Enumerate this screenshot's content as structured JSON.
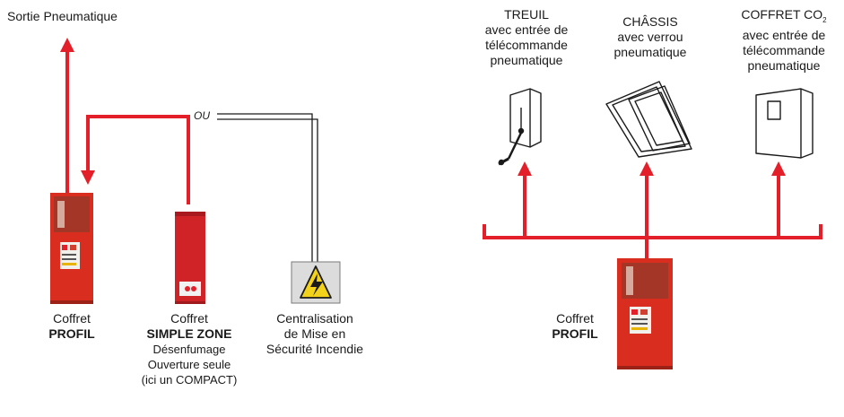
{
  "colors": {
    "accent": "#e3202a",
    "dark": "#1a1a1a",
    "warning": "#f2d21a"
  },
  "left": {
    "sortie_label": "Sortie Pneumatique",
    "ou_label": "OU",
    "profil": {
      "line1": "Coffret",
      "line2": "PROFIL"
    },
    "simple_zone": {
      "line1": "Coffret",
      "line2": "SIMPLE ZONE",
      "line3": "Désenfumage",
      "line4": "Ouverture seule",
      "line5": "(ici un COMPACT)"
    },
    "centralisation": {
      "line1": "Centralisation",
      "line2": "de Mise en",
      "line3": "Sécurité Incendie"
    }
  },
  "right": {
    "treuil": {
      "line1": "TREUIL",
      "line2": "avec entrée de",
      "line3": "télécommande",
      "line4": "pneumatique"
    },
    "chassis": {
      "line1": "CHÂSSIS",
      "line2": "avec verrou",
      "line3": "pneumatique"
    },
    "coffret_co2": {
      "line1": "COFFRET CO",
      "sub": "2",
      "line2": "avec entrée de",
      "line3": "télécommande",
      "line4": "pneumatique"
    },
    "profil": {
      "line1": "Coffret",
      "line2": "PROFIL"
    }
  }
}
